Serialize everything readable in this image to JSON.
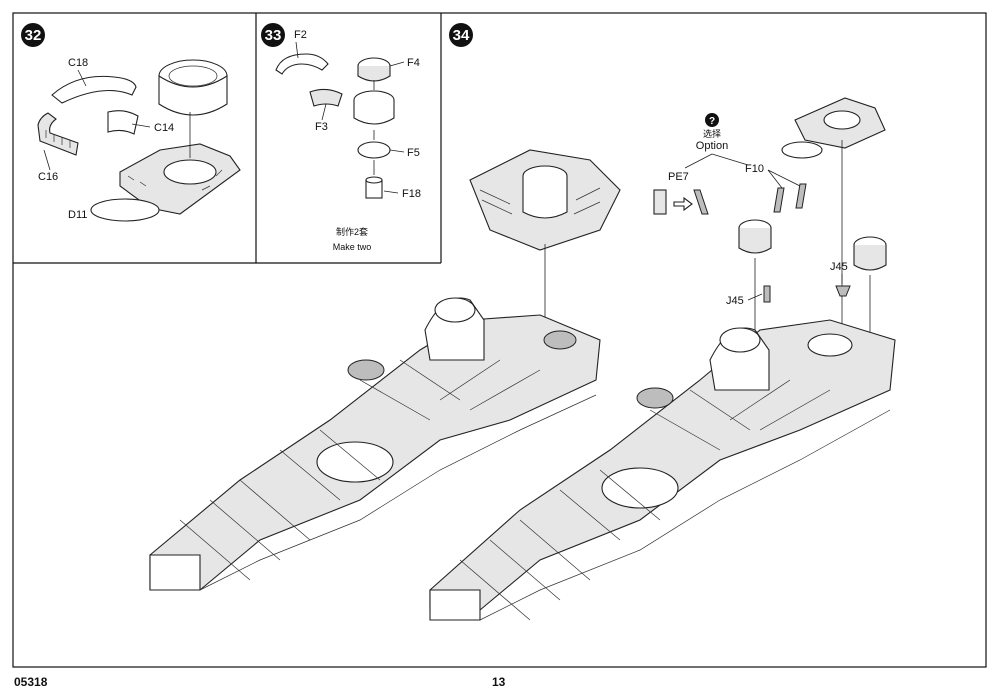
{
  "steps": [
    {
      "number": "32",
      "labels": [
        "C18",
        "C14",
        "C16",
        "D11"
      ]
    },
    {
      "number": "33",
      "labels": [
        "F2",
        "F3",
        "F4",
        "F5",
        "F18"
      ],
      "note_cn": "制作2套",
      "note_en": "Make two"
    },
    {
      "number": "34",
      "labels": [
        "PE7",
        "F10",
        "J45",
        "J45"
      ],
      "option_cn": "选择",
      "option_en": "Option",
      "option_icon": "?"
    }
  ],
  "footer": {
    "kit_number": "05318",
    "page_number": "13"
  }
}
